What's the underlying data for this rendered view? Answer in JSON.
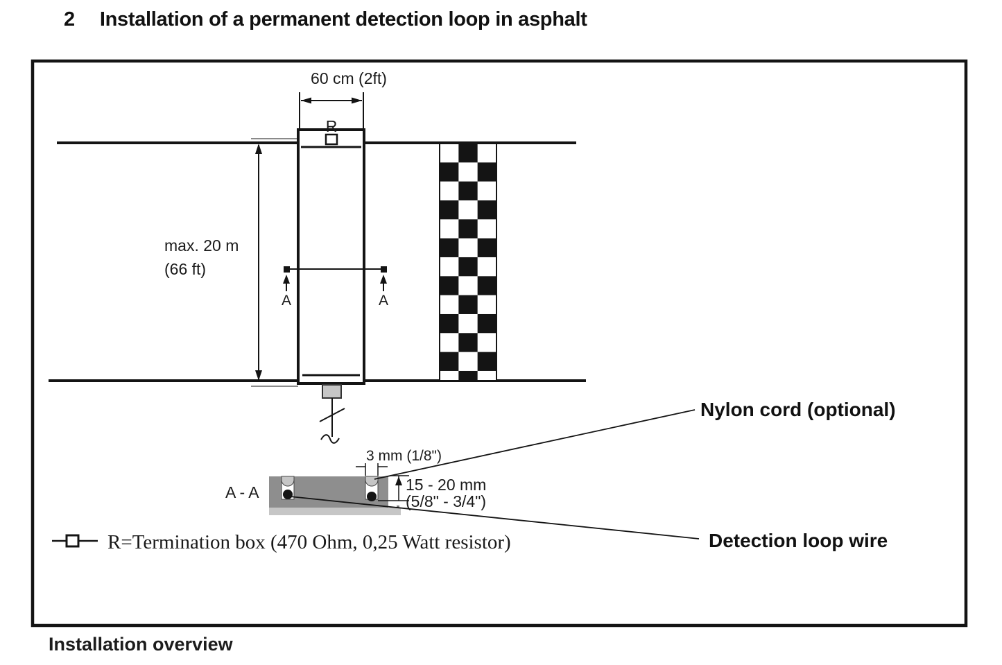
{
  "title": {
    "number": "2",
    "text": "Installation of a permanent detection loop in asphalt"
  },
  "caption": "Installation overview",
  "plan": {
    "width_dim": "60 cm (2ft)",
    "r_label": "R",
    "length_dim_line1": "max. 20 m",
    "length_dim_line2": "(66 ft)",
    "section_arrow_left": "A",
    "section_arrow_right": "A"
  },
  "section": {
    "label": "A - A",
    "slot_width_dim": "3 mm (1/8\")",
    "slot_depth_line1": "15 - 20 mm",
    "slot_depth_line2": "(5/8\" - 3/4\")"
  },
  "callouts": {
    "nylon": "Nylon cord (optional)",
    "wire": "Detection loop wire"
  },
  "legend": {
    "text": "R=Termination box (470 Ohm, 0,25 Watt resistor)"
  },
  "colors": {
    "ink": "#141414",
    "asphalt": "#8e8e8e",
    "light_gray": "#c6c6c6"
  }
}
